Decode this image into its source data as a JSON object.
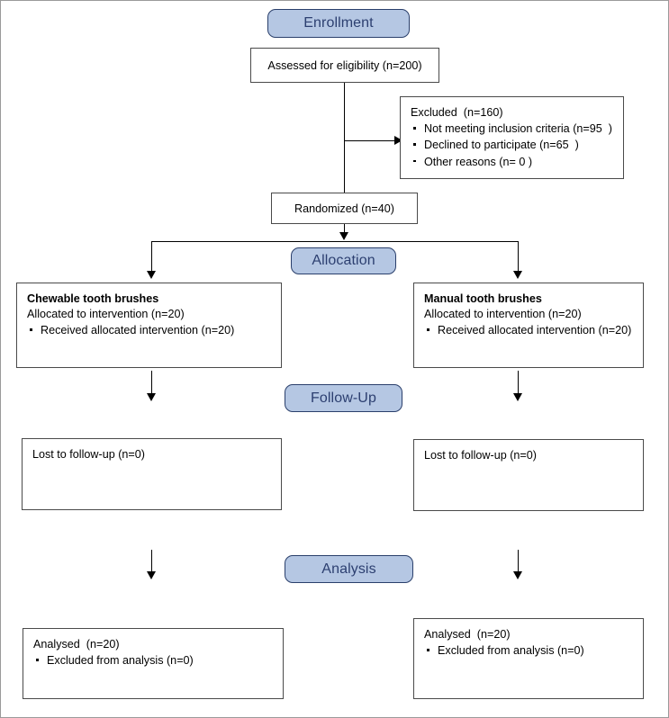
{
  "diagram": {
    "title": "CONSORT participant flow diagram",
    "accent_fill": "#b5c7e3",
    "accent_border": "#2a3f6b",
    "accent_text": "#2c3f70",
    "box_border": "#4a4a4a",
    "connector_color": "#000000"
  },
  "sections": {
    "enrollment": "Enrollment",
    "allocation": "Allocation",
    "followup": "Follow-Up",
    "analysis": "Analysis"
  },
  "enrollment": {
    "assessed": "Assessed for eligibility (n=200)",
    "excluded_title": "Excluded  (n=160)",
    "excluded_reasons": [
      "Not meeting inclusion criteria (n=95  )",
      "Declined to participate (n=65  )",
      "Other reasons (n= 0 )"
    ],
    "randomized": "Randomized (n=40)"
  },
  "allocation": {
    "left": {
      "heading": "Chewable tooth brushes",
      "allocated": "Allocated to intervention (n=20)",
      "bullets": [
        "Received allocated intervention (n=20)"
      ]
    },
    "right": {
      "heading": "Manual tooth brushes",
      "allocated": "Allocated to intervention (n=20)",
      "bullets": [
        "Received allocated intervention (n=20)"
      ]
    }
  },
  "followup": {
    "left": {
      "lost": "Lost to follow-up (n=0)"
    },
    "right": {
      "lost": "Lost to follow-up (n=0)"
    }
  },
  "analysis": {
    "left": {
      "analysed": "Analysed  (n=20)",
      "bullets": [
        "Excluded from analysis (n=0)"
      ]
    },
    "right": {
      "analysed": "Analysed  (n=20)",
      "bullets": [
        "Excluded from analysis (n=0)"
      ]
    }
  }
}
